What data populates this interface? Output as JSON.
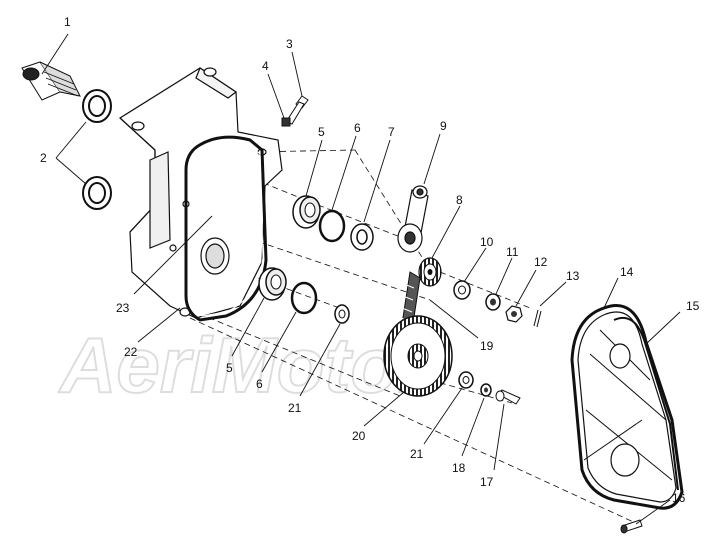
{
  "diagram": {
    "watermark": "AeriMotor",
    "callouts": [
      {
        "id": "c1",
        "label": "1"
      },
      {
        "id": "c2",
        "label": "2"
      },
      {
        "id": "c3",
        "label": "3"
      },
      {
        "id": "c4",
        "label": "4"
      },
      {
        "id": "c5a",
        "label": "5"
      },
      {
        "id": "c5b",
        "label": "5"
      },
      {
        "id": "c6a",
        "label": "6"
      },
      {
        "id": "c6b",
        "label": "6"
      },
      {
        "id": "c7",
        "label": "7"
      },
      {
        "id": "c8",
        "label": "8"
      },
      {
        "id": "c9",
        "label": "9"
      },
      {
        "id": "c10",
        "label": "10"
      },
      {
        "id": "c11",
        "label": "11"
      },
      {
        "id": "c12",
        "label": "12"
      },
      {
        "id": "c13",
        "label": "13"
      },
      {
        "id": "c14",
        "label": "14"
      },
      {
        "id": "c15",
        "label": "15"
      },
      {
        "id": "c16",
        "label": "16"
      },
      {
        "id": "c17",
        "label": "17"
      },
      {
        "id": "c18",
        "label": "18"
      },
      {
        "id": "c19",
        "label": "19"
      },
      {
        "id": "c20",
        "label": "20"
      },
      {
        "id": "c21a",
        "label": "21"
      },
      {
        "id": "c21b",
        "label": "21"
      },
      {
        "id": "c22",
        "label": "22"
      },
      {
        "id": "c23",
        "label": "23"
      }
    ]
  }
}
